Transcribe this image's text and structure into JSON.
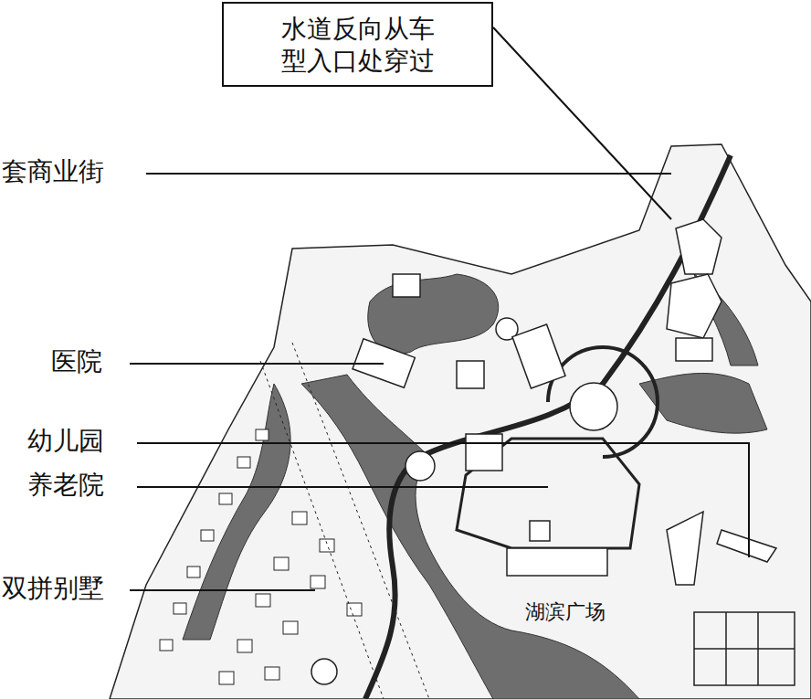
{
  "diagram": {
    "nodes": [
      {
        "text": [
          "水道反向从车 型入口处穿过"
        ]
      }
    ],
    "labels": [
      "套商业街",
      "医院",
      "幼儿园",
      "养老院",
      "双拼别墅",
      "湖滨广场"
    ]
  }
}
